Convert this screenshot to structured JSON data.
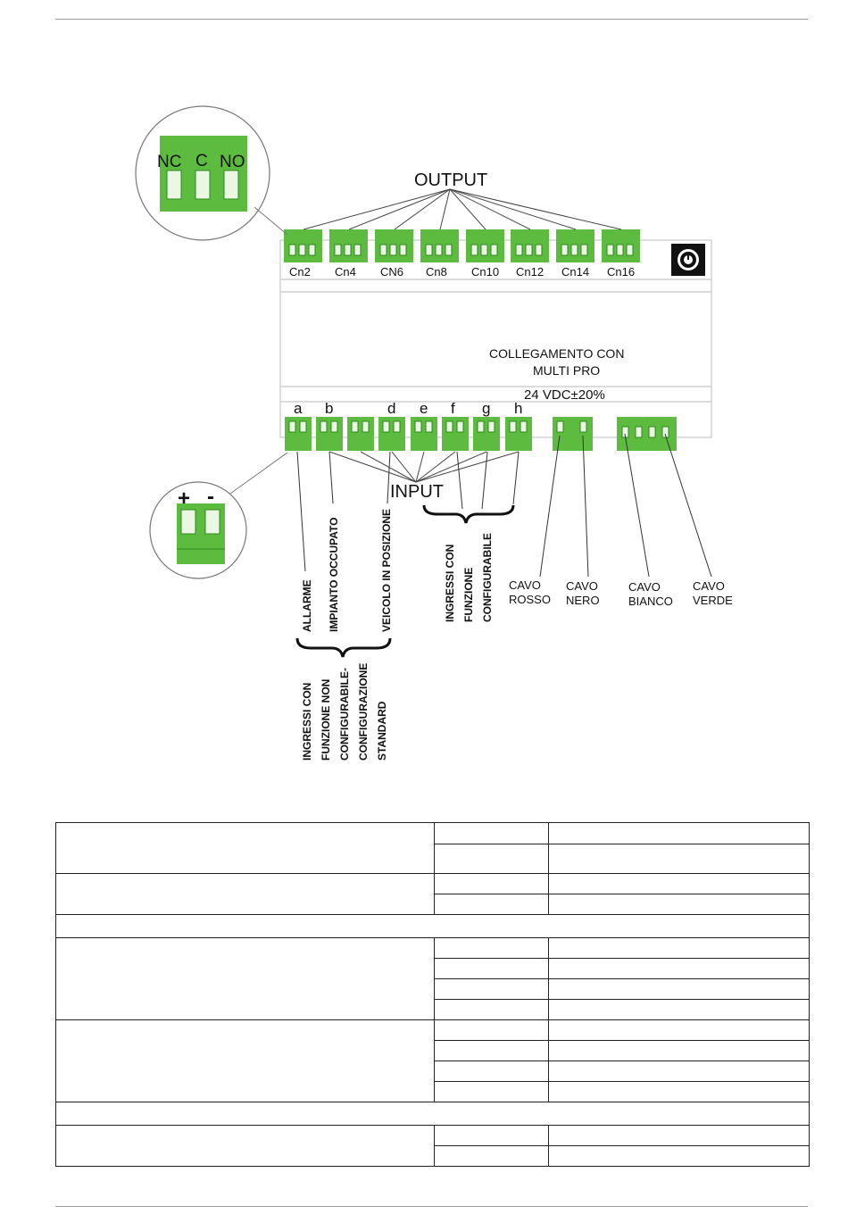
{
  "diagram": {
    "output_title": "OUTPUT",
    "input_title": "INPUT",
    "relay_contacts": [
      "NC",
      "C",
      "NO"
    ],
    "supply_polarity": [
      "+",
      "-"
    ],
    "output_connectors": [
      "Cn2",
      "Cn4",
      "CN6",
      "Cn8",
      "Cn10",
      "Cn12",
      "Cn14",
      "Cn16"
    ],
    "input_letters": [
      "a",
      "b",
      "d",
      "e",
      "f",
      "g",
      "h"
    ],
    "multipro_label_line1": "COLLEGAMENTO CON",
    "multipro_label_line2": "MULTI PRO",
    "voltage_label": "24 VDC±20%",
    "input_labels": {
      "alarm": "ALLARME",
      "occupied": "IMPIANTO OCCUPATO",
      "vehicle": "VEICOLO IN POSIZIONE",
      "configurable": [
        "INGRESSI CON",
        "FUNZIONE",
        "CONFIGURABILE"
      ],
      "standard": [
        "INGRESSI CON",
        "FUNZIONE NON",
        "CONFIGURABILE-",
        "CONFIGURAZIONE",
        "STANDARD"
      ]
    },
    "cables": [
      {
        "line1": "CAVO",
        "line2": "ROSSO"
      },
      {
        "line1": "CAVO",
        "line2": "NERO"
      },
      {
        "line1": "CAVO",
        "line2": "BIANCO"
      },
      {
        "line1": "CAVO",
        "line2": "VERDE"
      }
    ],
    "colors": {
      "terminal_green": "#5dbb3f",
      "terminal_dark": "#2f8a1e",
      "board_line": "#c8c8c8"
    }
  },
  "table": {
    "rows": [
      [
        "",
        "",
        ""
      ],
      [
        "",
        "",
        ""
      ],
      [
        "",
        "",
        ""
      ],
      [
        "",
        "",
        ""
      ],
      [
        "",
        "",
        ""
      ],
      [
        "",
        "",
        ""
      ],
      [
        "",
        "",
        ""
      ],
      [
        "",
        "",
        ""
      ],
      [
        "",
        "",
        ""
      ],
      [
        "",
        "",
        ""
      ],
      [
        "",
        "",
        ""
      ],
      [
        "",
        "",
        ""
      ],
      [
        "",
        "",
        ""
      ],
      [
        "",
        "",
        ""
      ],
      [
        "",
        "",
        ""
      ],
      [
        "",
        "",
        ""
      ]
    ]
  }
}
